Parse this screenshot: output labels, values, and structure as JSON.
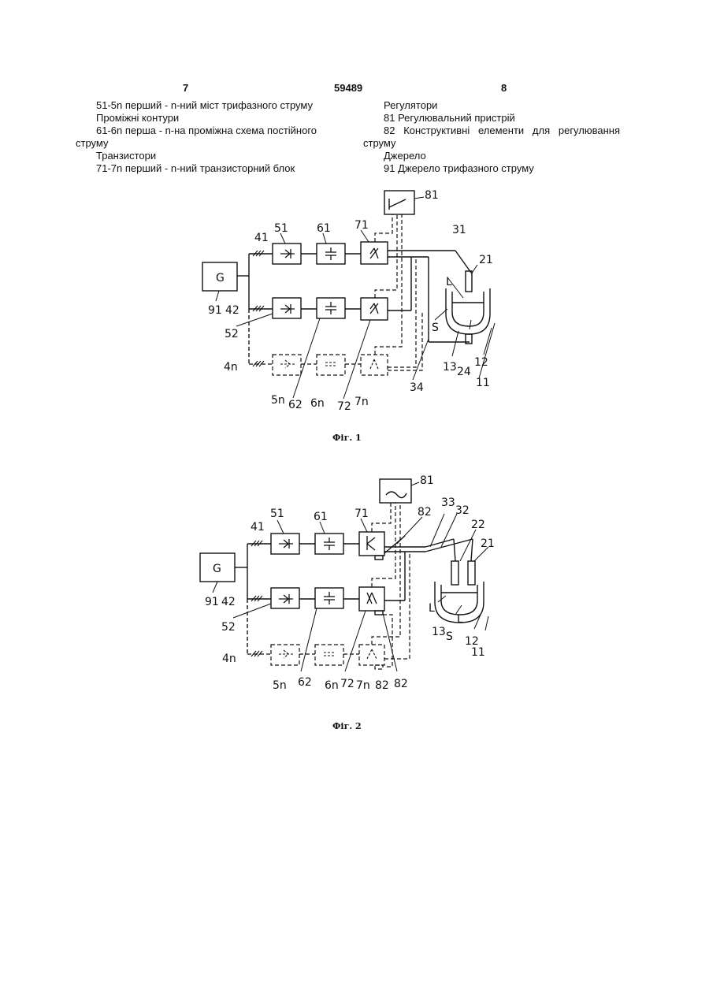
{
  "header": {
    "left_page": "7",
    "doc_number": "59489",
    "right_page": "8"
  },
  "left_column": {
    "line1": "51-5n перший - n-ний міст трифазного струму",
    "line2": "Проміжні контури",
    "line3a": "61-6n перша - n-на проміжна схема постійного",
    "line3b": "струму",
    "line4": "Транзистори",
    "line5": "71-7n перший - n-ний транзисторний блок"
  },
  "right_column": {
    "line1": "Регулятори",
    "line2": "81 Регулювальний пристрій",
    "line3a": [
      "82",
      "Конструктивні",
      "елементи",
      "для",
      "регулювання"
    ],
    "line3b": "струму",
    "line4": "Джерело",
    "line5": "91 Джерело трифазного струму"
  },
  "fig1": {
    "caption": "Фіг. 1",
    "labels": {
      "n81": "81",
      "n51": "51",
      "n61": "61",
      "n71": "71",
      "n41": "41",
      "n31": "31",
      "n21": "21",
      "g": "G",
      "n91": "91",
      "n42": "42",
      "n52": "52",
      "L": "L",
      "S": "S",
      "n4n": "4n",
      "n5n": "5n",
      "n62": "62",
      "n6n": "6n",
      "n72": "72",
      "n7n": "7n",
      "n34": "34",
      "n13": "13",
      "n24": "24",
      "n12": "12",
      "n11": "11"
    }
  },
  "fig2": {
    "caption": "Фіг. 2",
    "labels": {
      "n81": "81",
      "n51": "51",
      "n61": "61",
      "n71": "71",
      "n82a": "82",
      "n33": "33",
      "n32": "32",
      "n41": "41",
      "n22": "22",
      "n21": "21",
      "g": "G",
      "n91": "91",
      "n42": "42",
      "n52": "52",
      "L1": "L",
      "L2": "L",
      "n13": "13",
      "S": "S",
      "n12": "12",
      "n11": "11",
      "n4n": "4n",
      "n5n": "5n",
      "n62": "62",
      "n6n": "6n",
      "n72": "72",
      "n7n": "7n",
      "n82b": "82",
      "n82c": "82"
    }
  }
}
